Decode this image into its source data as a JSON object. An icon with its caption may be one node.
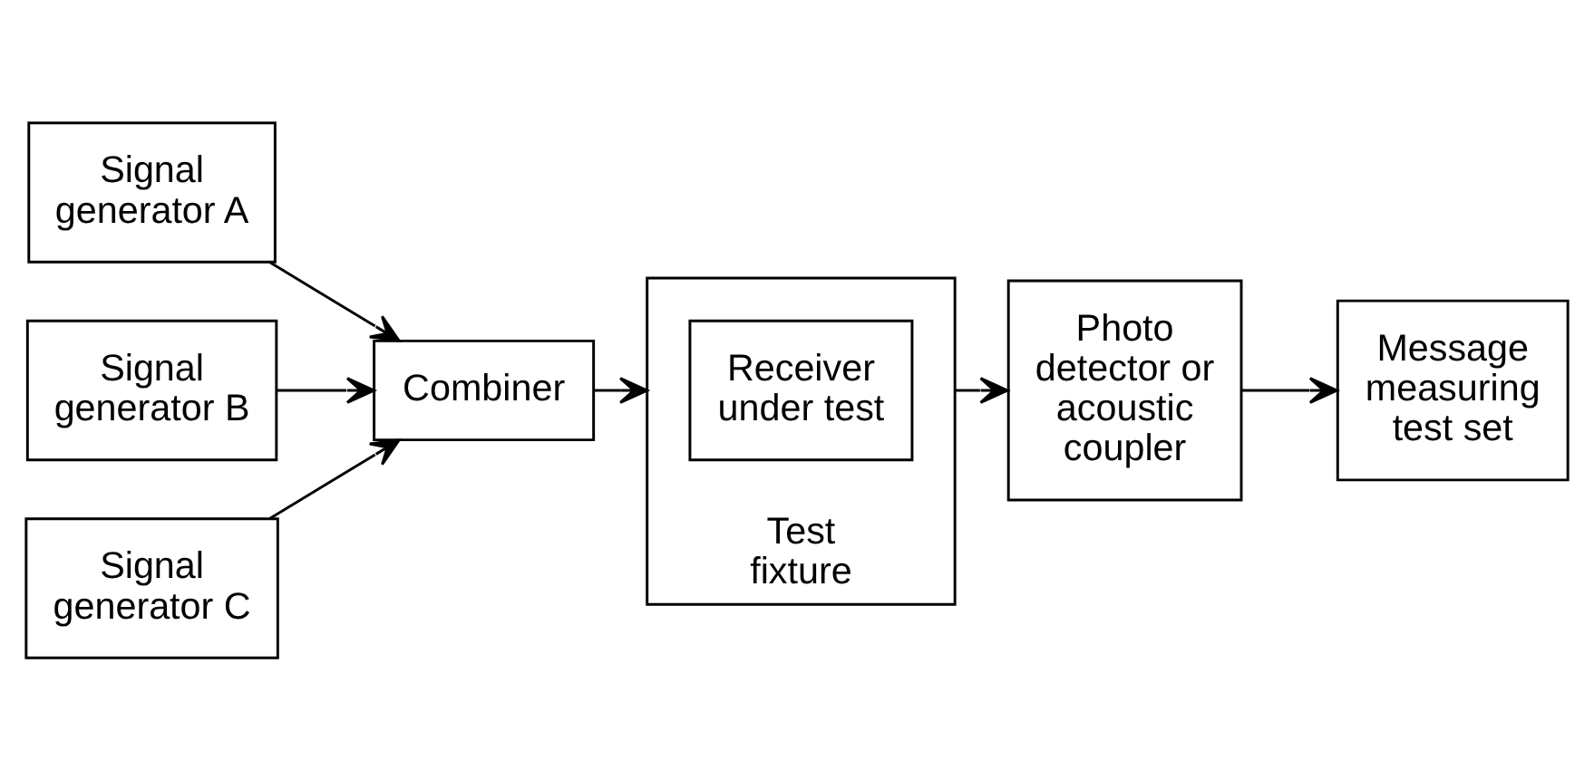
{
  "diagram": {
    "nodes": [
      {
        "text": [
          "Signal generator A"
        ]
      },
      {
        "text": [
          "Signal generator B"
        ]
      },
      {
        "text": [
          "Signal generator C"
        ]
      },
      {
        "text": [
          "Combiner"
        ]
      },
      {
        "text": [
          "Test fixture"
        ]
      },
      {
        "text": [
          "Receiver under test"
        ],
        "in": 4
      },
      {
        "text": [
          "Photo detector or acoustic coupler"
        ]
      },
      {
        "text": [
          "Message measuring test set"
        ]
      }
    ],
    "edges": [
      {
        "from": 0,
        "to": 3,
        "arrow": "to"
      },
      {
        "from": 1,
        "to": 3,
        "arrow": "to"
      },
      {
        "from": 2,
        "to": 3,
        "arrow": "to"
      },
      {
        "from": 3,
        "to": 4,
        "arrow": "to"
      },
      {
        "from": 4,
        "to": 6,
        "arrow": "to"
      },
      {
        "from": 6,
        "to": 7,
        "arrow": "to"
      }
    ]
  }
}
